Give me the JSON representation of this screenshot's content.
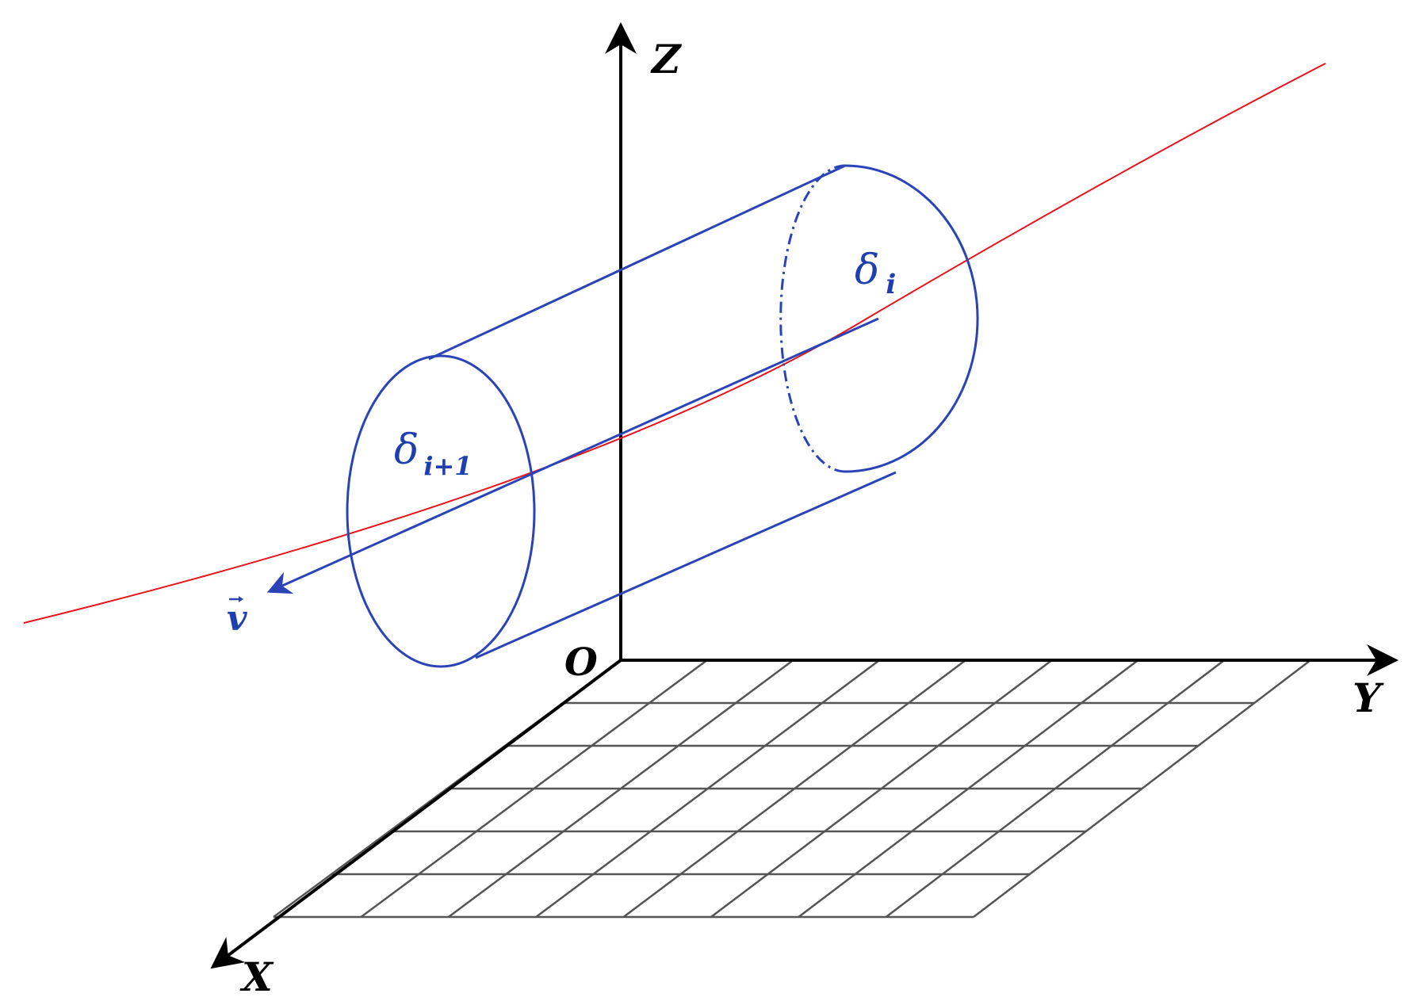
{
  "labels": {
    "z_axis": "Z",
    "y_axis": "Y",
    "x_axis": "X",
    "origin": "O",
    "delta_symbol": "δ",
    "delta_i_sub": "i",
    "delta_next_sub": "i+1",
    "velocity": "v"
  },
  "colors": {
    "axis": "#000000",
    "grid": "#555555",
    "cylinder": "#2a44b8",
    "trajectory": "#e8141c"
  }
}
